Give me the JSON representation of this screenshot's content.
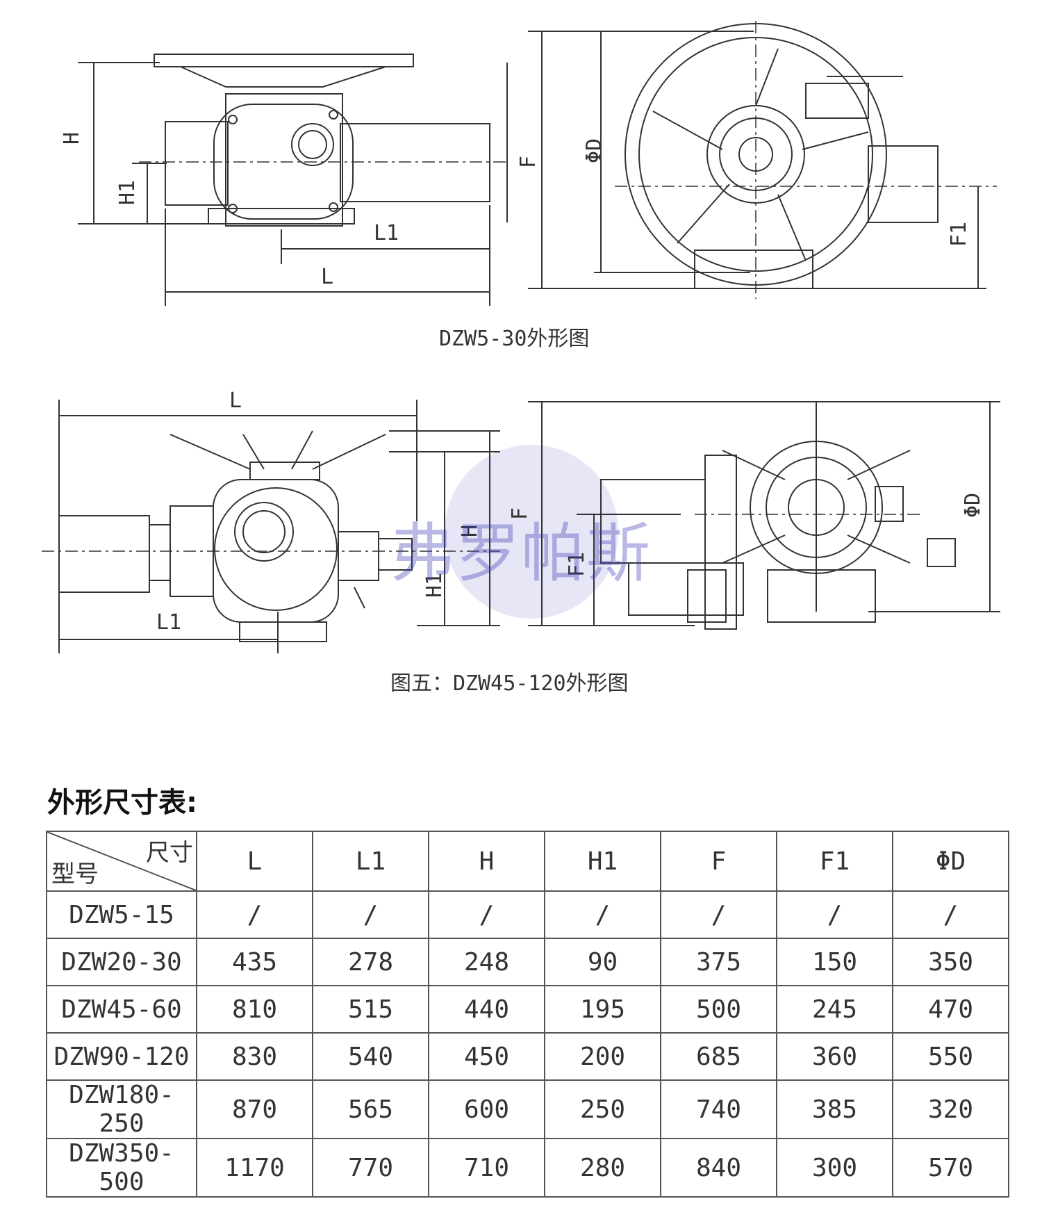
{
  "drawing1": {
    "caption": "DZW5-30外形图",
    "labels": {
      "H": "H",
      "H1": "H1",
      "L1": "L1",
      "L": "L",
      "F": "F",
      "phiD": "ΦD",
      "F1": "F1"
    }
  },
  "drawing2": {
    "caption": "图五：DZW45-120外形图",
    "labels": {
      "L": "L",
      "L1": "L1",
      "F": "F",
      "H": "H",
      "H1": "H1",
      "F1": "F1",
      "phiD": "ΦD"
    }
  },
  "watermark": "弗罗帕斯",
  "table": {
    "title": "外形尺寸表:",
    "corner_top": "尺寸",
    "corner_bottom": "型号",
    "columns": [
      "L",
      "L1",
      "H",
      "H1",
      "F",
      "F1",
      "ΦD"
    ],
    "rows": [
      {
        "model": "DZW5-15",
        "values": [
          "/",
          "/",
          "/",
          "/",
          "/",
          "/",
          "/"
        ]
      },
      {
        "model": "DZW20-30",
        "values": [
          "435",
          "278",
          "248",
          "90",
          "375",
          "150",
          "350"
        ]
      },
      {
        "model": "DZW45-60",
        "values": [
          "810",
          "515",
          "440",
          "195",
          "500",
          "245",
          "470"
        ]
      },
      {
        "model": "DZW90-120",
        "values": [
          "830",
          "540",
          "450",
          "200",
          "685",
          "360",
          "550"
        ]
      },
      {
        "model": "DZW180-250",
        "values": [
          "870",
          "565",
          "600",
          "250",
          "740",
          "385",
          "320"
        ]
      },
      {
        "model": "DZW350-500",
        "values": [
          "1170",
          "770",
          "710",
          "280",
          "840",
          "300",
          "570"
        ]
      }
    ]
  }
}
